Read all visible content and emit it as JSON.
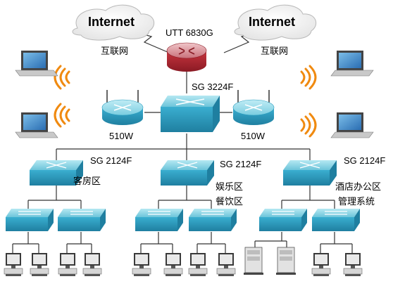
{
  "internet": {
    "left_label": "Internet",
    "right_label": "Internet",
    "left_cn": "互联网",
    "right_cn": "互联网"
  },
  "router": {
    "label": "UTT  6830G"
  },
  "core_switch": {
    "label": "SG 3224F"
  },
  "wireless": {
    "left_label": "510W",
    "right_label": "510W"
  },
  "zones": [
    {
      "switch_label": "SG 2124F",
      "zone_lines": [
        "客房区"
      ]
    },
    {
      "switch_label": "SG 2124F",
      "zone_lines": [
        "娱乐区",
        "餐饮区"
      ]
    },
    {
      "switch_label": "SG 2124F",
      "zone_lines": [
        "酒店办公区",
        "管理系统"
      ]
    }
  ],
  "colors": {
    "switch_top": "#8fd6e6",
    "switch_side": "#2d9fc0",
    "router_top": "#d9a1a6",
    "router_body": "#b02836",
    "link": "#333333",
    "wave": "#f08a10"
  }
}
